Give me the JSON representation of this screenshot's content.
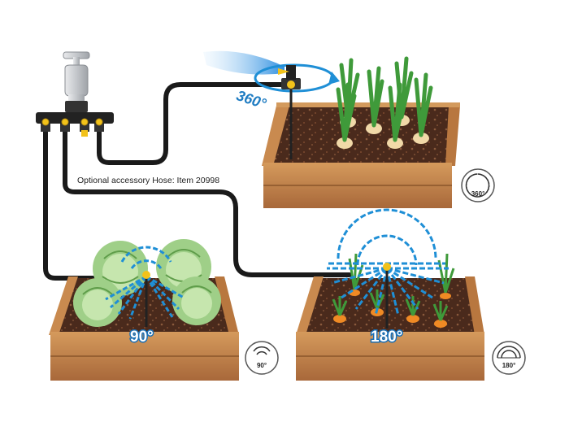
{
  "hose_caption": "Optional accessory Hose: Item 20998",
  "beds": [
    {
      "id": "onion-bed",
      "angle_label": "360°",
      "badge_label": "360°",
      "plant": "onion"
    },
    {
      "id": "cabbage-bed",
      "angle_label": "90°",
      "badge_label": "90°",
      "plant": "cabbage"
    },
    {
      "id": "carrot-bed",
      "angle_label": "180°",
      "badge_label": "180°",
      "plant": "carrot"
    }
  ],
  "colors": {
    "hose": "#1a1a1a",
    "wood_light": "#c8894e",
    "wood_dark": "#9a5f2f",
    "soil": "#4a2a1c",
    "spray": "#1f8fd6",
    "brass": "#f2c21a",
    "leaf": "#3f9a3a"
  }
}
